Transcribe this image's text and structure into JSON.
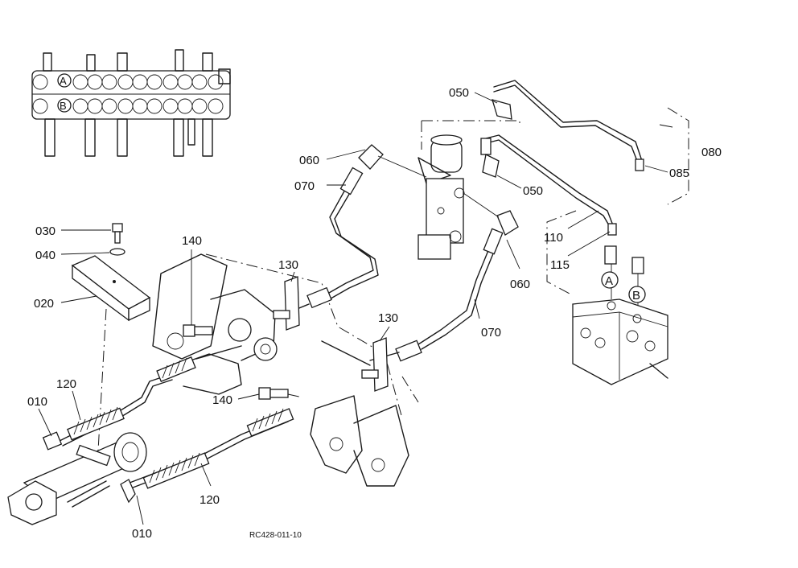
{
  "callouts": {
    "c010a": "010",
    "c010b": "010",
    "c020": "020",
    "c030": "030",
    "c040": "040",
    "c050a": "050",
    "c050b": "050",
    "c060a": "060",
    "c060b": "060",
    "c070a": "070",
    "c070b": "070",
    "c080": "080",
    "c085": "085",
    "c110": "110",
    "c115": "115",
    "c120a": "120",
    "c120b": "120",
    "c130a": "130",
    "c130b": "130",
    "c140a": "140",
    "c140b": "140"
  },
  "port_labels": {
    "a": "A",
    "b": "B",
    "valve_a": "A",
    "valve_b": "B"
  },
  "drawing_code": "RC428-011-10"
}
